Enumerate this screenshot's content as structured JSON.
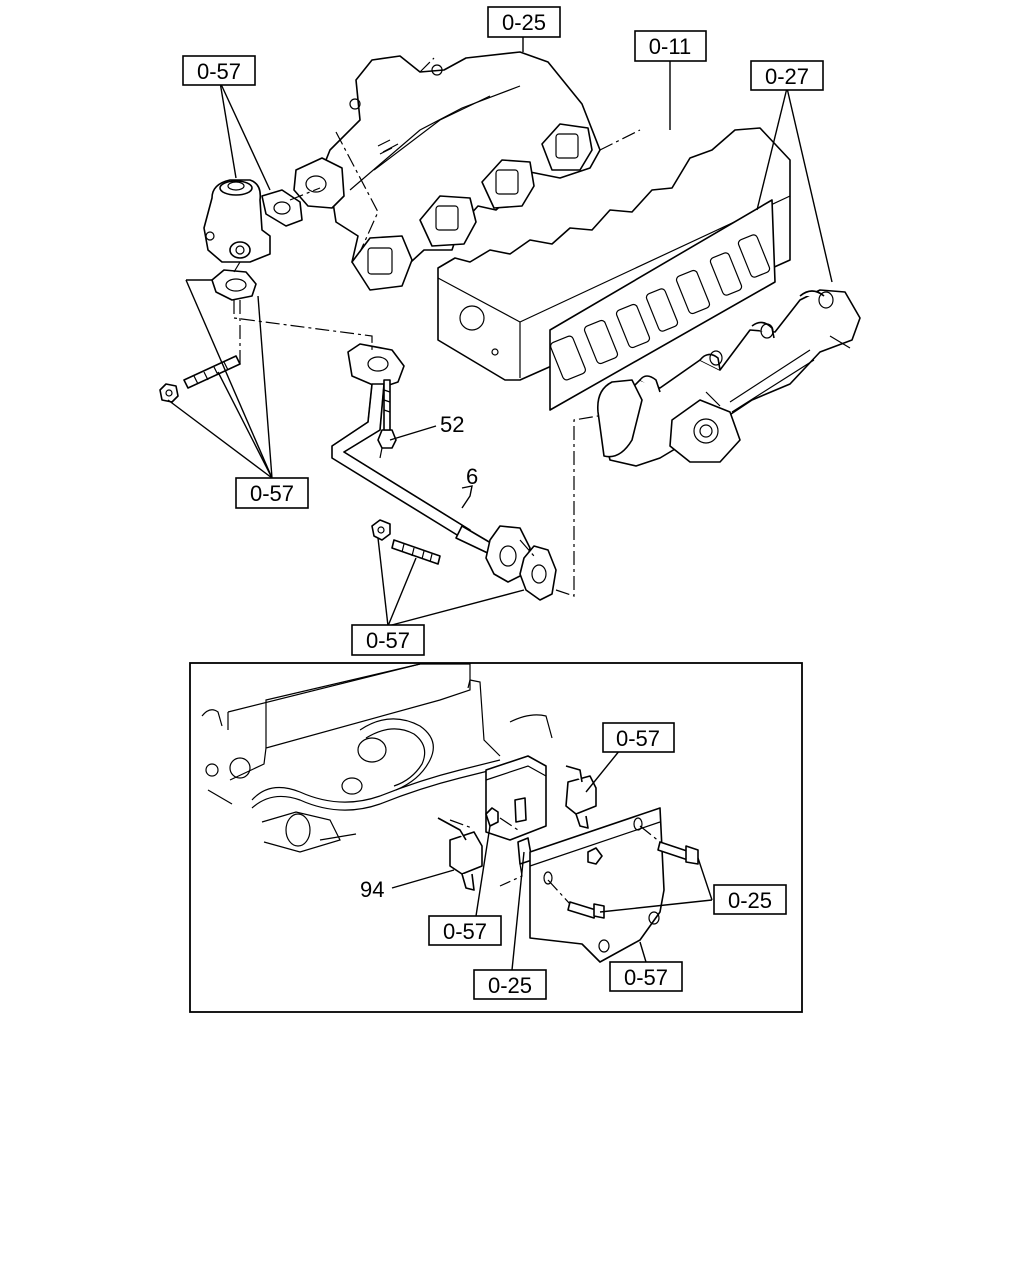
{
  "callouts": {
    "manifold_ref": "0-25",
    "head_ref": "0-11",
    "exhaust_ref": "0-27",
    "egr_valve_ref": "0-57",
    "fasteners_upper_ref": "0-57",
    "bolt_part_no": "52",
    "pipe_part_no": "6",
    "fasteners_lower_ref": "0-57",
    "inset_valve_ref": "0-57",
    "inset_solenoid_part_no": "94",
    "inset_solenoid_ref": "0-57",
    "inset_bolts_ref": "0-25",
    "inset_stud_ref": "0-25",
    "inset_bracket_ref": "0-57"
  }
}
